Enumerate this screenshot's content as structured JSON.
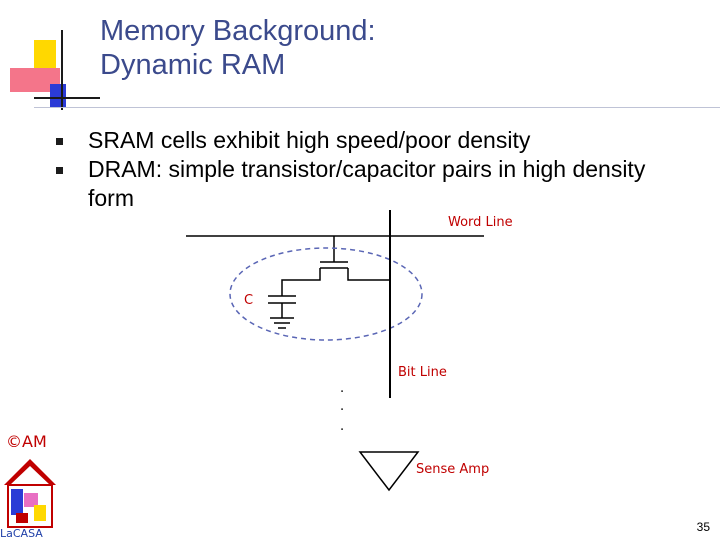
{
  "slide": {
    "title_line1": "Memory Background:",
    "title_line2": "Dynamic RAM",
    "bullets": [
      "SRAM cells exhibit high speed/poor density",
      "DRAM: simple transistor/capacitor pairs in high density form"
    ],
    "page_number": "35",
    "copyright": "©AM",
    "logo_text": "LaCASA"
  },
  "diagram": {
    "word_line_label": "Word Line",
    "capacitor_label": "C",
    "bit_line_label": "Bit Line",
    "sense_amp_label": "Sense Amp",
    "dots": ".",
    "label_color": "#c00000",
    "highlight_color": "#5a66b5"
  },
  "colors": {
    "title": "#3b4a8c",
    "accent_red": "#c00000"
  }
}
